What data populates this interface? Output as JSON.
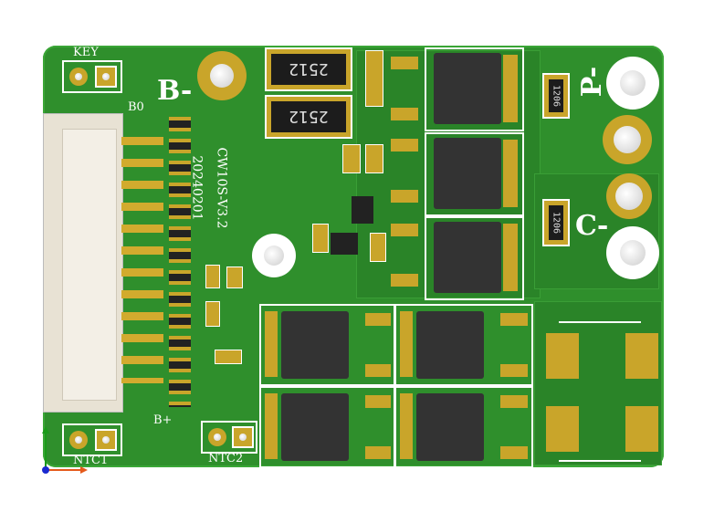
{
  "board": {
    "version": "CW10S-V3.2",
    "date": "20240201"
  },
  "labels": {
    "key": "KEY",
    "b_minus": "B-",
    "b0": "B0",
    "b_plus": "B+",
    "p_minus": "P-",
    "c_minus": "C-",
    "ntc1": "NTC1",
    "ntc2": "NTC2"
  },
  "resistors": {
    "large": [
      "2512",
      "2512"
    ],
    "medium": [
      "1206",
      "1206"
    ]
  },
  "colors": {
    "board": "#2f8f2c",
    "copper": "#c9a52a",
    "silk": "#ffffff"
  }
}
